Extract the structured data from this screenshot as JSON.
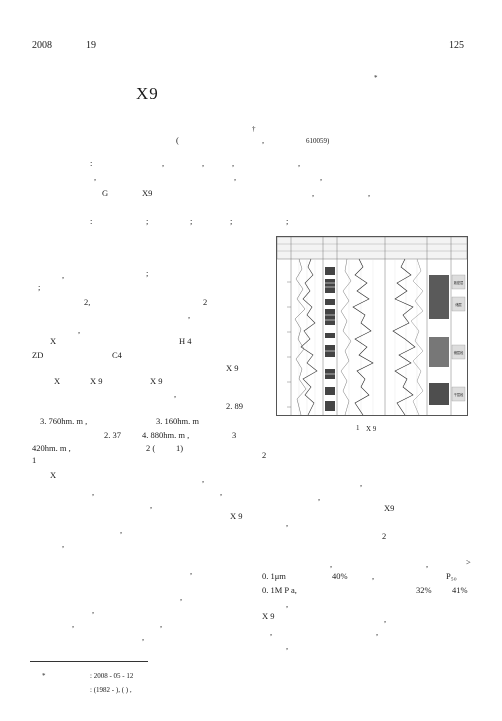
{
  "header": {
    "year": "2008",
    "issue": "19",
    "page": "125"
  },
  "title": {
    "main": "X9",
    "star": "*"
  },
  "affiliation": {
    "dagger": "†",
    "paren": "(",
    "comma": ",",
    "zip": "610059)"
  },
  "abstract": {
    "l1": [
      ":",
      ",",
      ",",
      ",",
      ","
    ],
    "l2": [
      ",",
      ",",
      ","
    ],
    "l3a": "G",
    "l3b": "X9",
    "l3c": ",",
    "l3d": ",",
    "l4": [
      ":",
      ";",
      ";",
      ";",
      ";"
    ]
  },
  "left_col": {
    "l1a": ",",
    "l1b": ";",
    "l2": ";",
    "l3a": "2,",
    "l3b": "2",
    "l4": ",",
    "l5": ",",
    "l6a": "X",
    "l6b": "H 4",
    "l7a": "ZD",
    "l7b": "C4",
    "l8": "X 9",
    "l9a": "X",
    "l9b": "X 9",
    "l9c": "X 9",
    "l10": ",",
    "l11": "2. 89",
    "l12a": "3. 760hm. m ,",
    "l12b": "3. 160hm. m",
    "l13a": "2. 37",
    "l13b": "4. 880hm. m ,",
    "l13c": "3",
    "l14a": "420hm. m ,",
    "l14b": "2 (",
    "l14c": "1)",
    "l15": "1",
    "l16": "X",
    "l17": ",",
    "l18": ",",
    "l19": ",",
    "l20": ",",
    "l21": "X 9",
    "l22": ",",
    "l23": ",",
    "l24": ",",
    "l25": ",",
    "l26": ",",
    "l27": ",",
    "l28": ","
  },
  "footnote": {
    "star": "*",
    "received": ": 2008 - 05 - 12",
    "author": ": (1982 - ), ( ) ,"
  },
  "figure": {
    "caption_num": "1",
    "caption_text": "X 9",
    "ann1": "致密层",
    "ann2": "储层",
    "ann3": "储层段",
    "ann4": "干层段"
  },
  "right_col": {
    "r1": "2",
    "r2": ",",
    "r3": ",",
    "r4": "X9",
    "r5": ",",
    "r6": "2",
    "r7a": ",",
    "r7b": ",",
    "r7c": ">",
    "r8a": "0. 1μm",
    "r8b": "40%",
    "r8c": ",",
    "r8d": "P₅₀",
    "r9a": "0. 1M P a,",
    "r9b": "32%",
    "r9c": "41%",
    "r10": ",",
    "r11a": "X 9",
    "r11b": ",",
    "r12a": ",",
    "r12b": ",",
    "r13": ","
  }
}
